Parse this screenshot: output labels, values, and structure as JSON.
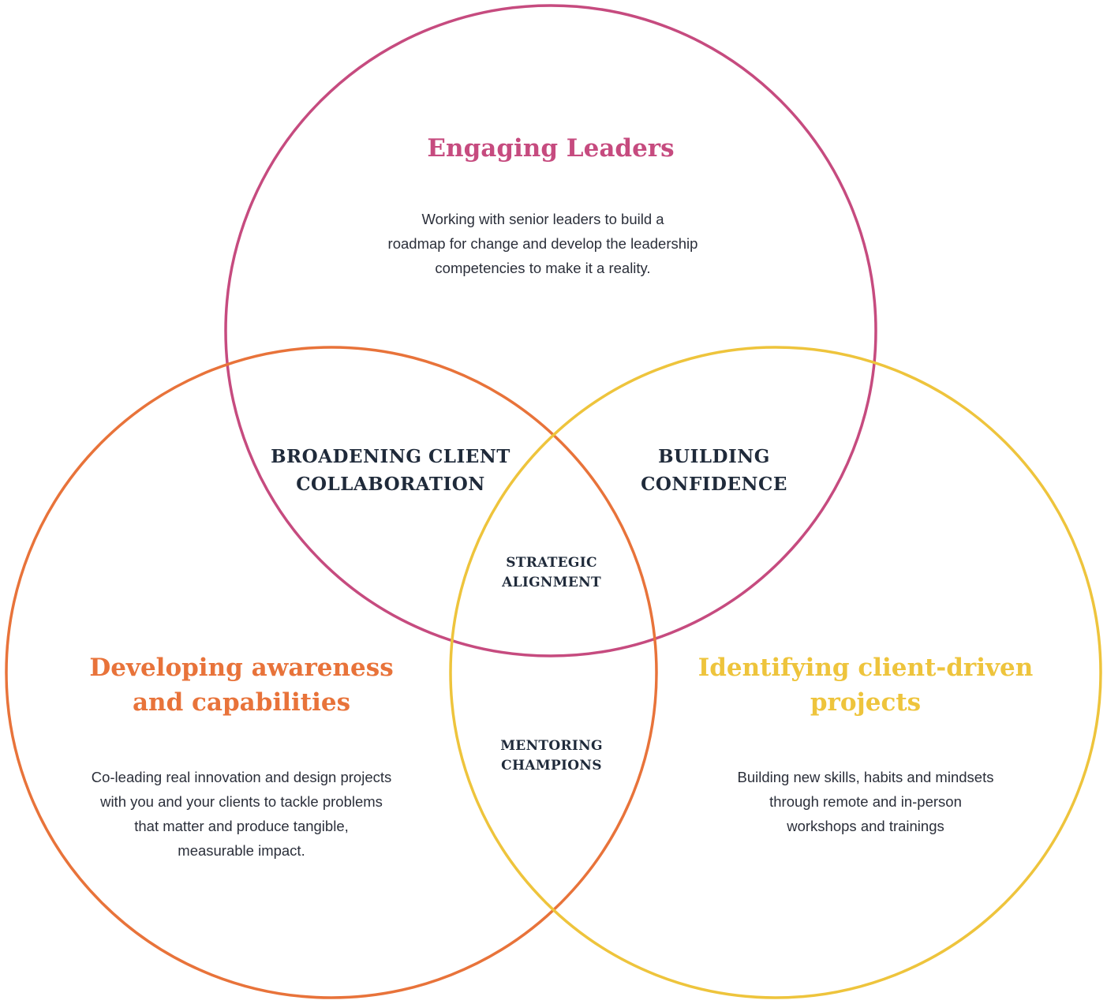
{
  "colors": {
    "leaders": "#c64b7f",
    "awareness": "#e8733a",
    "projects": "#eec43c",
    "dark_text": "#1f2a3a"
  },
  "circles": {
    "leaders": {
      "title": "Engaging Leaders",
      "description_lines": [
        "Working with senior leaders to build a",
        "roadmap for change and develop the leadership",
        "competencies to make it a reality."
      ]
    },
    "awareness": {
      "title_lines": [
        "Developing awareness",
        "and capabilities"
      ],
      "description_lines": [
        "Co-leading real innovation and design projects",
        "with you and your clients to tackle problems",
        "that matter and produce tangible,",
        "measurable impact."
      ]
    },
    "projects": {
      "title_lines": [
        "Identifying client-driven",
        "projects"
      ],
      "description_lines": [
        "Building new skills, habits and mindsets",
        "through remote and in-person",
        "workshops and trainings"
      ]
    }
  },
  "overlaps": {
    "broadening": [
      "BROADENING CLIENT",
      "COLLABORATION"
    ],
    "confidence": [
      "BUILDING",
      "CONFIDENCE"
    ],
    "strategic": [
      "STRATEGIC",
      "ALIGNMENT"
    ],
    "mentoring": [
      "MENTORING",
      "CHAMPIONS"
    ]
  }
}
